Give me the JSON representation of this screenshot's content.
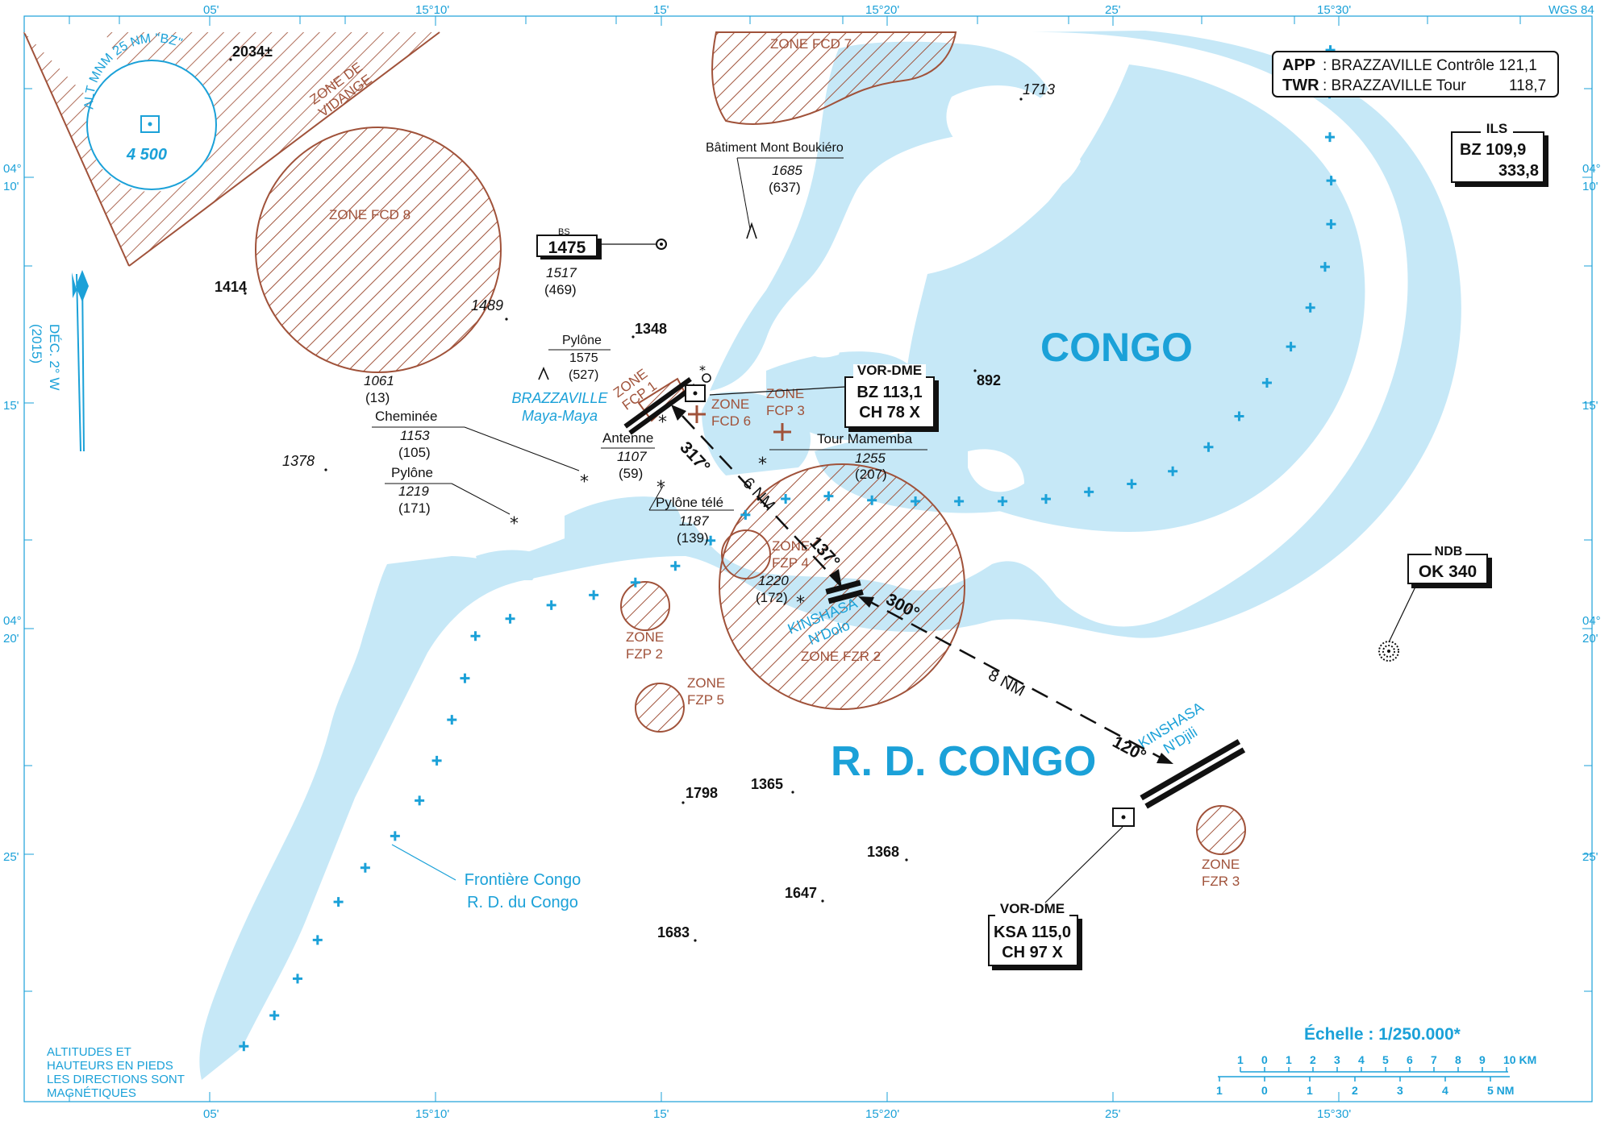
{
  "title_corner": "WGS 84",
  "grid_ticks": {
    "lon_top": [
      "05'",
      "15°10'",
      "15'",
      "15°20'",
      "25'",
      "15°30'"
    ],
    "lon_bottom": [
      "05'",
      "15°10'",
      "15'",
      "15°20'",
      "25'",
      "15°30'"
    ],
    "lat_left": [
      "04°",
      "10'",
      "15'",
      "04°",
      "20'",
      "25'"
    ],
    "lat_right": [
      "04°",
      "10'",
      "15'",
      "04°",
      "20'",
      "25'"
    ]
  },
  "countries": {
    "congo": "CONGO",
    "rdc": "R. D. CONGO"
  },
  "comms": {
    "app_label": "APP",
    "app_text": ": BRAZZAVILLE Contrôle 121,1",
    "twr_label": "TWR",
    "twr_text": ": BRAZZAVILLE Tour",
    "twr_freq": "118,7"
  },
  "ils": {
    "title": "ILS",
    "line1": "BZ 109,9",
    "line2": "333,8"
  },
  "ndb": {
    "title": "NDB",
    "line1": "OK 340"
  },
  "vor_bz": {
    "title": "VOR-DME",
    "line1": "BZ 113,1",
    "line2": "CH 78 X"
  },
  "vor_ksa": {
    "title": "VOR-DME",
    "line1": "KSA 115,0",
    "line2": "CH 97 X"
  },
  "msa": {
    "label": "ALT MNM 25 NM \"BZ\"",
    "value": "4 500"
  },
  "declination": {
    "line1": "DÉC. 2° W",
    "line2": "(2015)"
  },
  "zones": {
    "vidange": [
      "ZONE DE",
      "VIDANGE"
    ],
    "fcd7": "ZONE FCD 7",
    "fcd8": "ZONE FCD 8",
    "fcp1": [
      "ZONE",
      "FCP 1"
    ],
    "fcd6": [
      "ZONE",
      "FCD 6"
    ],
    "fcp3": [
      "ZONE",
      "FCP 3"
    ],
    "fzp4": [
      "ZONE",
      "FZP 4"
    ],
    "fzp2": [
      "ZONE",
      "FZP 2"
    ],
    "fzp5": [
      "ZONE",
      "FZP 5"
    ],
    "fzr2": "ZONE FZR 2",
    "fzr3": [
      "ZONE",
      "FZR 3"
    ]
  },
  "airports": {
    "brazzaville": [
      "BRAZZAVILLE",
      "Maya-Maya"
    ],
    "ndolo": [
      "KINSHASA",
      "N'Dolo"
    ],
    "ndjili": [
      "KINSHASA",
      "N'Djili"
    ]
  },
  "tracks": {
    "t317": "317°",
    "t137": "137°",
    "d6": "6 NM",
    "t300": "300°",
    "t120": "120°",
    "d8": "8 NM"
  },
  "obstacles": {
    "boukiero": {
      "name": "Bâtiment Mont Boukiéro",
      "alt": "1685",
      "hgt": "(637)"
    },
    "bs": {
      "small": "BS",
      "value": "1475"
    },
    "o1517": {
      "alt": "1517",
      "hgt": "(469)"
    },
    "pylone1": {
      "name": "Pylône",
      "alt": "1575",
      "hgt": "(527)"
    },
    "cheminee": {
      "name": "Cheminée",
      "alt": "1153",
      "hgt": "(105)"
    },
    "pylone2": {
      "name": "Pylône",
      "alt": "1219",
      "hgt": "(171)"
    },
    "antenne": {
      "name": "Antenne",
      "alt": "1107",
      "hgt": "(59)"
    },
    "tour": {
      "name": "Tour Mamemba",
      "alt": "1255",
      "hgt": "(207)"
    },
    "pylonetele": {
      "name": "Pylône télé",
      "alt": "1187",
      "hgt": "(139)"
    },
    "o1220": {
      "alt": "1220",
      "hgt": "(172)"
    },
    "o1061": {
      "alt": "1061",
      "hgt": "(13)"
    }
  },
  "spot_heights": {
    "s2034": "2034±",
    "s1414": "1414",
    "s1489": "1489",
    "s1378": "1378",
    "s1348": "1348",
    "s892": "892",
    "s1713": "1713",
    "s1798": "1798",
    "s1365": "1365",
    "s1368": "1368",
    "s1647": "1647",
    "s1683": "1683"
  },
  "border_label": [
    "Frontière Congo",
    "R. D. du Congo"
  ],
  "note": [
    "ALTITUDES ET",
    "HAUTEURS EN PIEDS",
    "LES DIRECTIONS SONT",
    "MAGNÉTIQUES"
  ],
  "scale": {
    "title": "Échelle : 1/250.000*",
    "km_ticks": [
      "1",
      "0",
      "1",
      "2",
      "3",
      "4",
      "5",
      "6",
      "7",
      "8",
      "9",
      "10 KM"
    ],
    "nm_ticks": [
      "1",
      "0",
      "1",
      "2",
      "3",
      "4",
      "5 NM"
    ]
  },
  "colors": {
    "water": "#c6e8f7",
    "blue": "#1ba1d8",
    "brown": "#a0523a",
    "black": "#111111"
  }
}
